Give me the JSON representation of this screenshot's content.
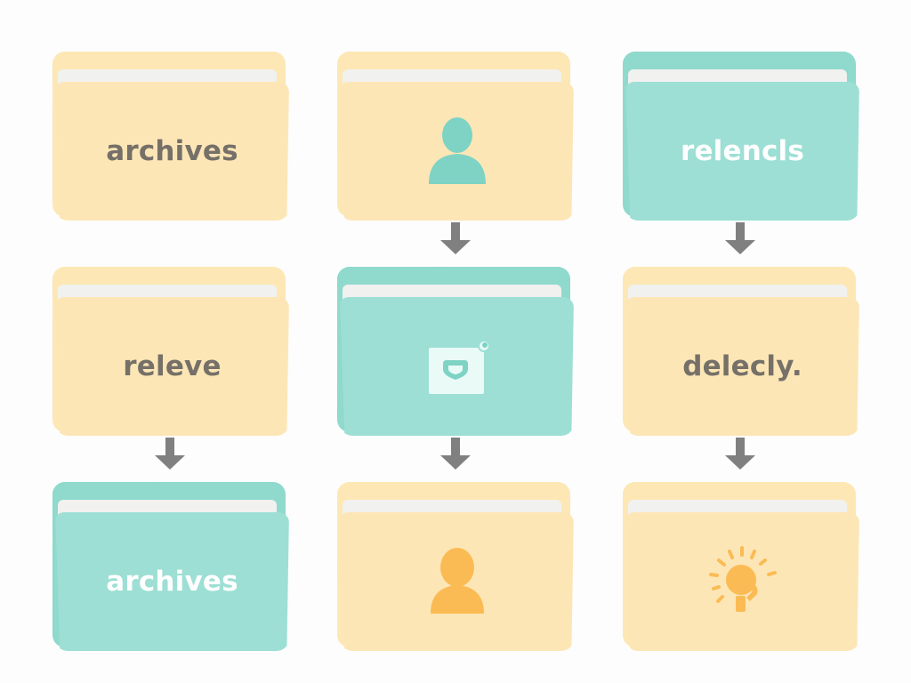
{
  "colors": {
    "background": "#fdfdfd",
    "folder_yellow": "#fde6b6",
    "folder_teal": "#9ddfd4",
    "paper": "#f1f1ef",
    "label_dark": "#757068",
    "label_light": "#ffffff",
    "arrow": "#808080",
    "icon_teal": "#7ed3c5",
    "icon_orange": "#fbbb54"
  },
  "folders": [
    {
      "row": 1,
      "col": 1,
      "color": "yellow",
      "label": "archives",
      "icon": null
    },
    {
      "row": 1,
      "col": 2,
      "color": "yellow",
      "label": null,
      "icon": "user-icon",
      "icon_color": "teal"
    },
    {
      "row": 1,
      "col": 3,
      "color": "teal",
      "label": "relencls",
      "icon": null
    },
    {
      "row": 2,
      "col": 1,
      "color": "yellow",
      "label": "releve",
      "icon": null
    },
    {
      "row": 2,
      "col": 2,
      "color": "teal",
      "label": null,
      "icon": "badge-card-icon"
    },
    {
      "row": 2,
      "col": 3,
      "color": "yellow",
      "label": "delecly.",
      "icon": null
    },
    {
      "row": 3,
      "col": 1,
      "color": "teal",
      "label": "archives",
      "icon": null
    },
    {
      "row": 3,
      "col": 2,
      "color": "yellow",
      "label": null,
      "icon": "user-icon",
      "icon_color": "orange"
    },
    {
      "row": 3,
      "col": 3,
      "color": "yellow",
      "label": null,
      "icon": "lightbulb-icon",
      "icon_color": "orange"
    }
  ],
  "arrows": [
    {
      "from": "row1-col2",
      "to": "row2-col2",
      "direction": "down"
    },
    {
      "from": "row1-col3",
      "to": "row2-col3",
      "direction": "down"
    },
    {
      "from": "row2-col1",
      "to": "row3-col1",
      "direction": "down"
    },
    {
      "from": "row2-col2",
      "to": "row3-col2",
      "direction": "down"
    },
    {
      "from": "row2-col3",
      "to": "row3-col3",
      "direction": "down"
    }
  ]
}
